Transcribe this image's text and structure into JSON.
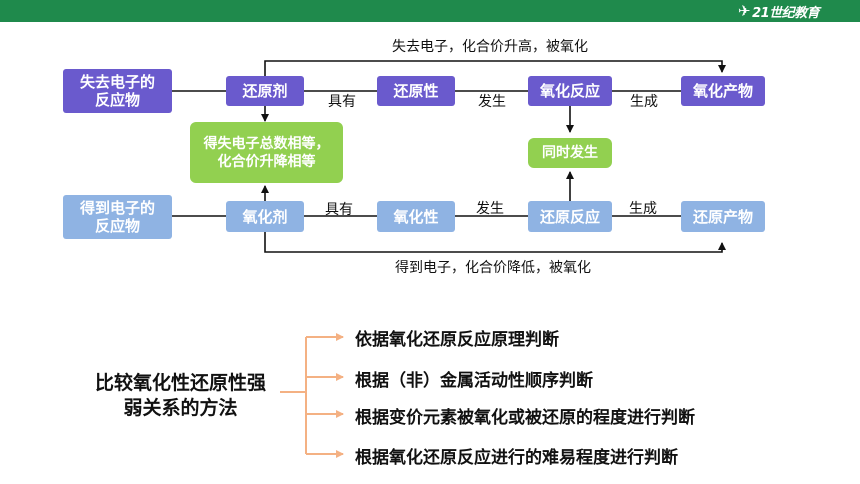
{
  "header": {
    "logo_text": "21世纪教育"
  },
  "diagram": {
    "lose_group": "失去电子的反应物",
    "reducer": "还原剂",
    "reducibility": "还原性",
    "oxidation_reaction": "氧化反应",
    "oxidation_product": "氧化产物",
    "balance": "得失电子总数相等，化合价升降相等",
    "simultaneous": "同时发生",
    "gain_group": "得到电子的反应物",
    "oxidizer": "氧化剂",
    "oxidizability": "氧化性",
    "reduction_reaction": "还原反应",
    "reduction_product": "还原产物",
    "edges": {
      "top_loop": "失去电子，化合价升高，被氧化",
      "bottom_loop": "得到电子，化合价降低，被氧化",
      "has_top": "具有",
      "occurs_top": "发生",
      "forms_top": "生成",
      "has_bottom": "具有",
      "occurs_bottom": "发生",
      "forms_bottom": "生成"
    }
  },
  "methods": {
    "title": "比较氧化性还原性强弱关系的方法",
    "items": [
      "依据氧化还原反应原理判断",
      "根据（非）金属活动性顺序判断",
      "根据变价元素被氧化或被还原的程度进行判断",
      "根据氧化还原反应进行的难易程度进行判断"
    ]
  },
  "colors": {
    "header": "#1f8a4c",
    "purple_box": "#6a5acd",
    "blue_box": "#8fb3e3",
    "green_box": "#92d050",
    "bracket": "#f4b183"
  }
}
